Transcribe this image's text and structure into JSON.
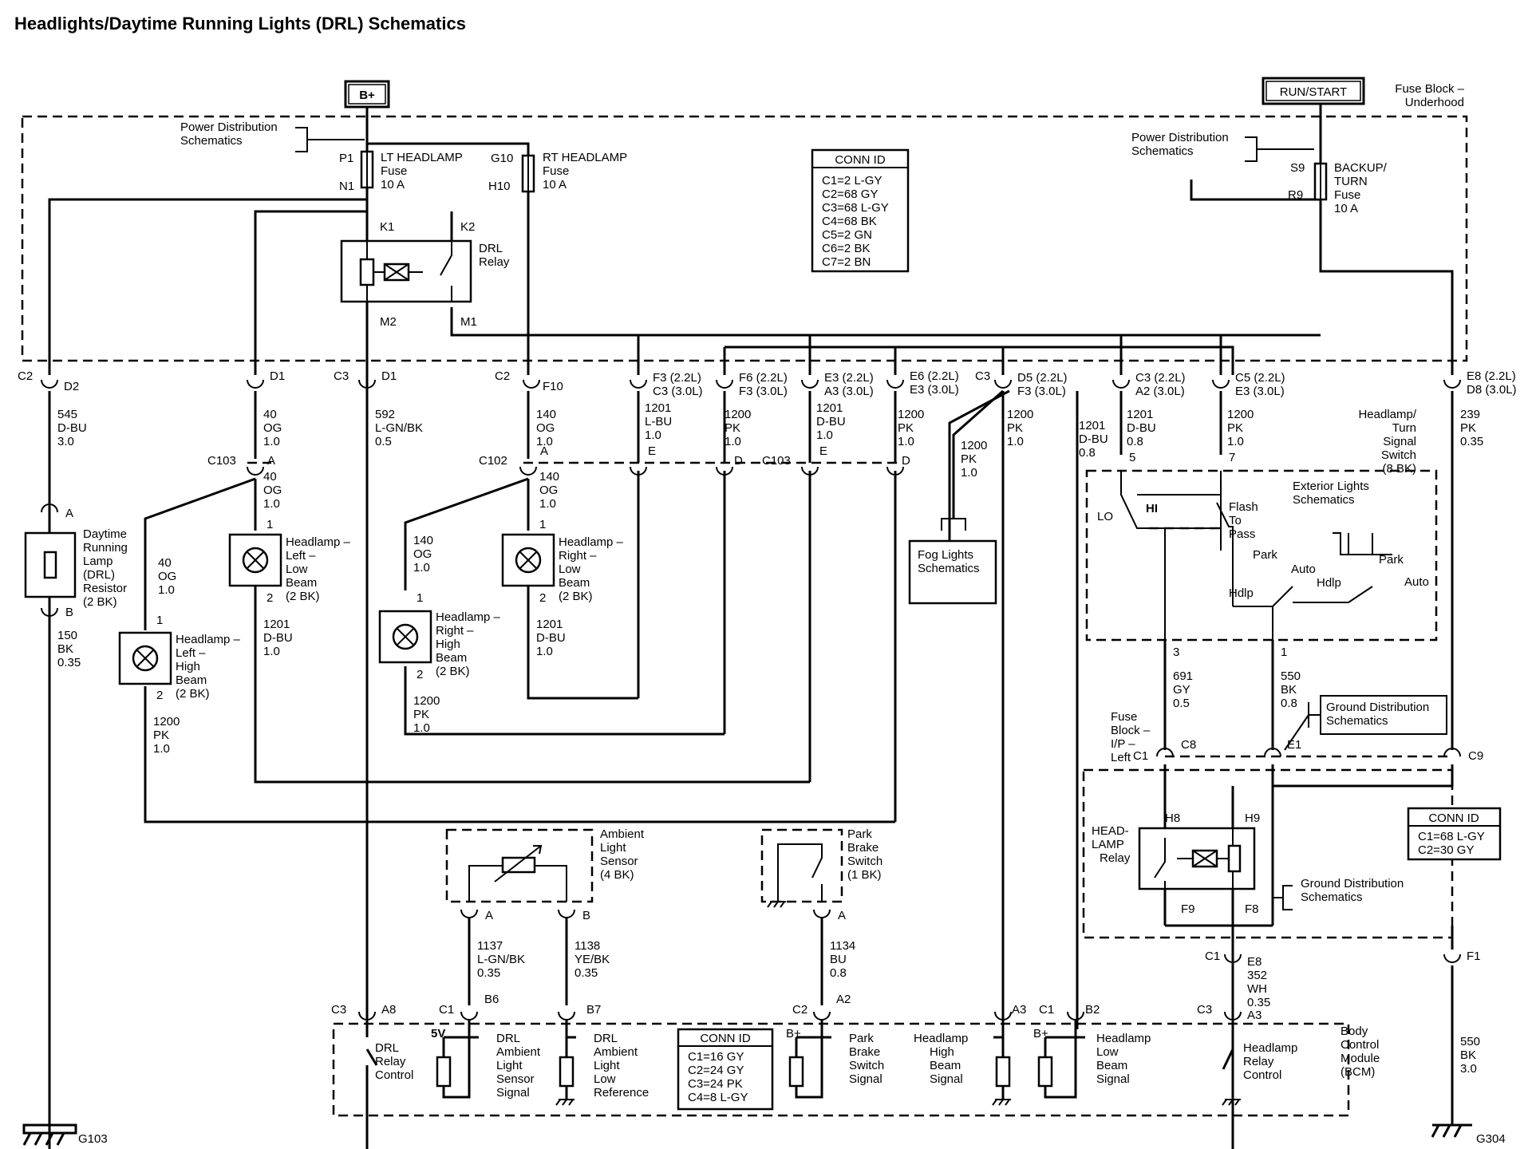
{
  "title": "Headlights/Daytime Running Lights (DRL) Schematics",
  "power_labels": {
    "b_plus": "B+",
    "run_start": "RUN/START"
  },
  "fuse_block_underhood": [
    "Fuse Block –",
    "Underhood"
  ],
  "fuse_block_ip": [
    "Fuse",
    "Block –",
    "I/P –",
    "Left"
  ],
  "power_distribution": [
    "Power Distribution",
    "Schematics"
  ],
  "ground_distribution": [
    "Ground Distribution",
    "Schematics"
  ],
  "fuses": [
    {
      "pins": [
        "P1",
        "N1"
      ],
      "lines": [
        "LT HEADLAMP",
        "Fuse",
        "10 A"
      ]
    },
    {
      "pins": [
        "G10",
        "H10"
      ],
      "lines": [
        "RT HEADLAMP",
        "Fuse",
        "10 A"
      ]
    },
    {
      "pins": [
        "S9",
        "R9"
      ],
      "lines": [
        "BACKUP/",
        "TURN",
        "Fuse",
        "10 A"
      ]
    }
  ],
  "drl_relay": {
    "label": [
      "DRL",
      "Relay"
    ],
    "pins": [
      "K1",
      "K2",
      "M2",
      "M1"
    ]
  },
  "conn_id_underhood": {
    "title": "CONN ID",
    "rows": [
      "C1=2 L-GY",
      "C2=68 GY",
      "C3=68 L-GY",
      "C4=68 BK",
      "C5=2 GN",
      "C6=2 BK",
      "C7=2 BN"
    ]
  },
  "conn_id_ip": {
    "title": "CONN ID",
    "rows": [
      "C1=68 L-GY",
      "C2=30 GY"
    ]
  },
  "conn_id_bcm": {
    "title": "CONN ID",
    "rows": [
      "C1=16 GY",
      "C2=24 GY",
      "C3=24 PK",
      "C4=8 L-GY"
    ]
  },
  "fuse_block_connectors": [
    {
      "c": "C2",
      "pin": "D2"
    },
    {
      "c": "",
      "pin": "D1"
    },
    {
      "c": "C3",
      "pin": "D1"
    },
    {
      "c": "C2",
      "pin": "F10"
    },
    {
      "c": "",
      "pin": "F3 (2.2L)\nC3 (3.0L)"
    },
    {
      "c": "",
      "pin": "F6 (2.2L)\nF3 (3.0L)"
    },
    {
      "c": "",
      "pin": "E3 (2.2L)\nA3 (3.0L)"
    },
    {
      "c": "",
      "pin": "E6 (2.2L)\nE3 (3.0L)"
    },
    {
      "c": "C3",
      "pin": "D5 (2.2L)\nF3 (3.0L)"
    },
    {
      "c": "",
      "pin": "C3 (2.2L)\nA2 (3.0L)"
    },
    {
      "c": "",
      "pin": "C5 (2.2L)\nE3 (3.0L)"
    },
    {
      "c": "",
      "pin": "E8 (2.2L)\nD8 (3.0L)"
    }
  ],
  "wires": [
    {
      "circuit": "545",
      "color": "D-BU",
      "size": "3.0"
    },
    {
      "circuit": "40",
      "color": "OG",
      "size": "1.0"
    },
    {
      "circuit": "592",
      "color": "L-GN/BK",
      "size": "0.5"
    },
    {
      "circuit": "140",
      "color": "OG",
      "size": "1.0"
    },
    {
      "circuit": "1201",
      "color": "L-BU",
      "size": "1.0"
    },
    {
      "circuit": "1200",
      "color": "PK",
      "size": "1.0"
    },
    {
      "circuit": "1201",
      "color": "D-BU",
      "size": "1.0"
    },
    {
      "circuit": "1200",
      "color": "PK",
      "size": "1.0"
    },
    {
      "circuit": "1200",
      "color": "PK",
      "size": "1.0"
    },
    {
      "circuit": "1201",
      "color": "D-BU",
      "size": "0.8"
    },
    {
      "circuit": "1201",
      "color": "D-BU",
      "size": "0.8"
    },
    {
      "circuit": "1200",
      "color": "PK",
      "size": "1.0"
    },
    {
      "circuit": "239",
      "color": "PK",
      "size": "0.35"
    },
    {
      "circuit": "150",
      "color": "BK",
      "size": "0.35"
    },
    {
      "circuit": "40",
      "color": "OG",
      "size": "1.0"
    },
    {
      "circuit": "40",
      "color": "OG",
      "size": "1.0"
    },
    {
      "circuit": "1201",
      "color": "D-BU",
      "size": "1.0"
    },
    {
      "circuit": "1200",
      "color": "PK",
      "size": "1.0"
    },
    {
      "circuit": "140",
      "color": "OG",
      "size": "1.0"
    },
    {
      "circuit": "140",
      "color": "OG",
      "size": "1.0"
    },
    {
      "circuit": "1201",
      "color": "D-BU",
      "size": "1.0"
    },
    {
      "circuit": "1200",
      "color": "PK",
      "size": "1.0"
    },
    {
      "circuit": "1200",
      "color": "PK",
      "size": "1.0"
    },
    {
      "circuit": "691",
      "color": "GY",
      "size": "0.5"
    },
    {
      "circuit": "550",
      "color": "BK",
      "size": "0.8"
    },
    {
      "circuit": "1137",
      "color": "L-GN/BK",
      "size": "0.35"
    },
    {
      "circuit": "1138",
      "color": "YE/BK",
      "size": "0.35"
    },
    {
      "circuit": "1134",
      "color": "BU",
      "size": "0.8"
    },
    {
      "circuit": "352",
      "color": "WH",
      "size": "0.35"
    },
    {
      "circuit": "550",
      "color": "BK",
      "size": "3.0"
    }
  ],
  "splice_connectors": [
    {
      "c": "C103",
      "pin": "A"
    },
    {
      "c": "C102",
      "pin": "A"
    },
    {
      "c": "",
      "pin": "E"
    },
    {
      "c": "",
      "pin": "D"
    },
    {
      "c": "C103",
      "pin": "E"
    },
    {
      "c": "",
      "pin": "D"
    }
  ],
  "components": {
    "drl_resistor": [
      "Daytime",
      "Running",
      "Lamp",
      "(DRL)",
      "Resistor",
      "(2 BK)"
    ],
    "lt_low": [
      "Headlamp –",
      "Left –",
      "Low",
      "Beam",
      "(2 BK)"
    ],
    "rt_low": [
      "Headlamp –",
      "Right –",
      "Low",
      "Beam",
      "(2 BK)"
    ],
    "lt_high": [
      "Headlamp –",
      "Left –",
      "High",
      "Beam",
      "(2 BK)"
    ],
    "rt_high": [
      "Headlamp –",
      "Right –",
      "High",
      "Beam",
      "(2 BK)"
    ],
    "fog": [
      "Fog Lights",
      "Schematics"
    ],
    "switch_title": [
      "Headlamp/",
      "Turn",
      "Signal",
      "Switch",
      "(8 BK)"
    ],
    "ext_lights": [
      "Exterior Lights",
      "Schematics"
    ],
    "switch_pos": {
      "lo": "LO",
      "hi": "HI",
      "flash": [
        "Flash",
        "To",
        "Pass"
      ],
      "park1": "Park",
      "hdlp1": "Hdlp",
      "auto1": "Auto",
      "park2": "Park",
      "hdlp2": "Hdlp",
      "auto2": "Auto"
    },
    "ambient": [
      "Ambient",
      "Light",
      "Sensor",
      "(4 BK)"
    ],
    "park_brake": [
      "Park",
      "Brake",
      "Switch",
      "(1 BK)"
    ],
    "headlamp_relay": [
      "HEAD-",
      "LAMP",
      "Relay"
    ],
    "bcm": [
      "Body",
      "Control",
      "Module",
      "(BCM)"
    ]
  },
  "pins_misc": {
    "resistor": [
      "A",
      "B"
    ],
    "lamp": [
      "1",
      "2"
    ],
    "switch": [
      "5",
      "7",
      "3",
      "1"
    ],
    "ip_conn": [
      "C1",
      "C8",
      "E1",
      "C9",
      "H8",
      "H9",
      "F9",
      "F8",
      "C1",
      "E8",
      "F1"
    ],
    "sensor": [
      "A",
      "B",
      "A"
    ],
    "bcm_conn": [
      {
        "c": "C3",
        "pin": "A8"
      },
      {
        "c": "C1",
        "pin": "B6"
      },
      {
        "c": "",
        "pin": "B7"
      },
      {
        "c": "C2",
        "pin": "A2"
      },
      {
        "c": "",
        "pin": "A3"
      },
      {
        "c": "C1",
        "pin": "B2"
      },
      {
        "c": "C3",
        "pin": "A3"
      }
    ]
  },
  "bcm_signals": [
    [
      "DRL",
      "Relay",
      "Control"
    ],
    [
      "DRL",
      "Ambient",
      "Light",
      "Sensor",
      "Signal"
    ],
    [
      "DRL",
      "Ambient",
      "Light",
      "Low",
      "Reference"
    ],
    [
      "Park",
      "Brake",
      "Switch",
      "Signal"
    ],
    [
      "Headlamp",
      "High",
      "Beam",
      "Signal"
    ],
    [
      "Headlamp",
      "Low",
      "Beam",
      "Signal"
    ],
    [
      "Headlamp",
      "Relay",
      "Control"
    ]
  ],
  "bcm_misc": {
    "v5": "5V",
    "bplus": "B+"
  },
  "grounds": [
    "G103",
    "G304"
  ]
}
